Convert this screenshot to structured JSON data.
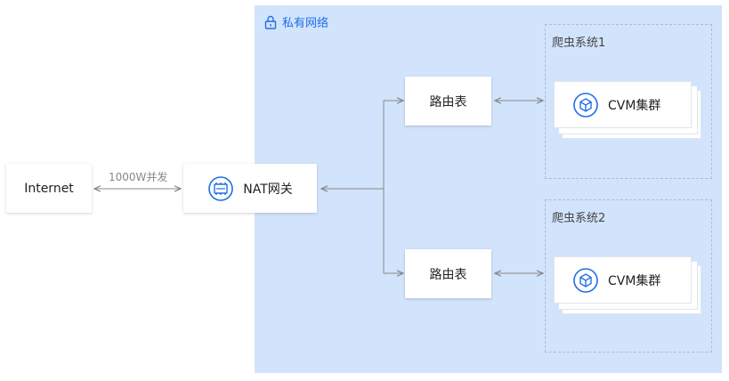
{
  "vpc": {
    "label": "私有网络",
    "icon": "lock-icon",
    "color": "#1f6fe5"
  },
  "internet": {
    "label": "Internet"
  },
  "edge": {
    "label": "1000W并发"
  },
  "nat": {
    "label": "NAT网关",
    "icon": "nat-gateway-icon"
  },
  "systems": [
    {
      "label": "爬虫系统1",
      "route_label": "路由表",
      "cluster_label": "CVM集群",
      "cluster_icon": "cvm-cube-icon"
    },
    {
      "label": "爬虫系统2",
      "route_label": "路由表",
      "cluster_label": "CVM集群",
      "cluster_icon": "cvm-cube-icon"
    }
  ],
  "colors": {
    "vpc_bg": "#d2e3fc",
    "accent": "#1f6fe5",
    "line": "#888888"
  }
}
